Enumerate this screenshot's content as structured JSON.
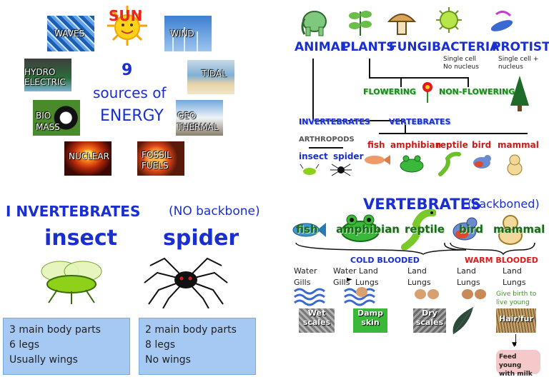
{
  "energy": {
    "title_number": "9",
    "title_line2": "sources of",
    "title_line3": "ENERGY",
    "sources": {
      "sun": "SUN",
      "waves": "WAVES",
      "wind": "WIND",
      "hydro": "HYDRO ELECTRIC",
      "tidal": "TIDAL",
      "bio": "BIO MASS",
      "geo": "GEO THERMAL",
      "nuclear": "NUCLEAR",
      "fossil": "FOSSIL FUELS"
    }
  },
  "kingdoms": {
    "animal": "ANIMAL",
    "plants": "PLANTS",
    "fungi": "FUNGI",
    "bacteria": "BACTERIA",
    "bacteria_note": "Single cell No nucleus",
    "protists": "PROTISTS",
    "protists_note": "Single cell + nucleus",
    "flowering": "FLOWERING",
    "non_flowering": "NON-FLOWERING",
    "invertebrates": "INVERTEBRATES",
    "vertebrates": "VERTEBRATES",
    "arthropods": "ARTHROPODS",
    "insect": "insect",
    "spider": "spider",
    "fish": "fish",
    "amphibian": "amphibian",
    "reptile": "reptile",
    "bird": "bird",
    "mammal": "mammal"
  },
  "invertebrates": {
    "title": "I NVERTEBRATES",
    "subtitle": "(NO backbone)",
    "insect_label": "insect",
    "spider_label": "spider",
    "insect_facts": [
      "3 main body parts",
      "6 legs",
      "Usually wings"
    ],
    "spider_facts": [
      "2 main body parts",
      "8 legs",
      "No wings"
    ]
  },
  "vertebrates": {
    "title": "VERTEBRATES",
    "subtitle": "(backboned)",
    "fish": "fish",
    "amphibian": "amphibian",
    "reptile": "reptile",
    "bird": "bird",
    "mammal": "mammal",
    "cold": "COLD BLOODED",
    "warm": "WARM BLOODED",
    "fish_habitat": "Water",
    "fish_breath": "Gills",
    "amph_habitat": "Water Land",
    "amph_breath": "Gills",
    "amph_breath2": "Lungs",
    "rept_habitat": "Land",
    "rept_breath": "Lungs",
    "bird_habitat": "Land",
    "bird_breath": "Lungs",
    "mam_habitat": "Land",
    "mam_breath": "Lungs",
    "live_young": "Give birth to live young",
    "wet_scales": "Wet scales",
    "damp_skin": "Damp skin",
    "dry_scales": "Dry scales",
    "hair_fur": "Hair/fur",
    "feed_young": "Feed young with milk"
  }
}
